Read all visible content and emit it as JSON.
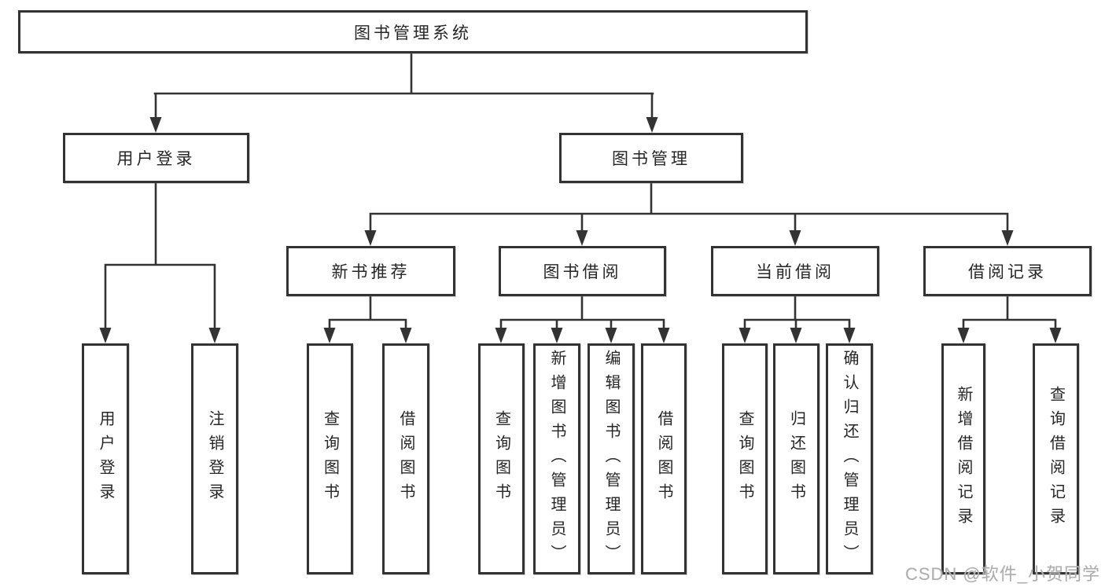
{
  "diagram": {
    "root": {
      "label": "图书管理系统"
    },
    "user_login": {
      "label": "用户登录",
      "children": [
        "用户登录",
        "注销登录"
      ]
    },
    "book_mgmt": {
      "label": "图书管理"
    },
    "modules": [
      {
        "label": "新书推荐",
        "children": [
          "查询图书",
          "借阅图书"
        ]
      },
      {
        "label": "图书借阅",
        "children": [
          "查询图书",
          "新增图书（管理员）",
          "编辑图书（管理员）",
          "借阅图书"
        ]
      },
      {
        "label": "当前借阅",
        "children": [
          "查询图书",
          "归还图书",
          "确认归还（管理员）"
        ]
      },
      {
        "label": "借阅记录",
        "children": [
          "新增借阅记录",
          "查询借阅记录"
        ]
      }
    ]
  },
  "watermark": {
    "text": "CSDN @软件_小贺同学"
  },
  "colors": {
    "line": "#333333",
    "text": "#262626",
    "background": "#ffffff",
    "watermark": "#aeaeae"
  }
}
